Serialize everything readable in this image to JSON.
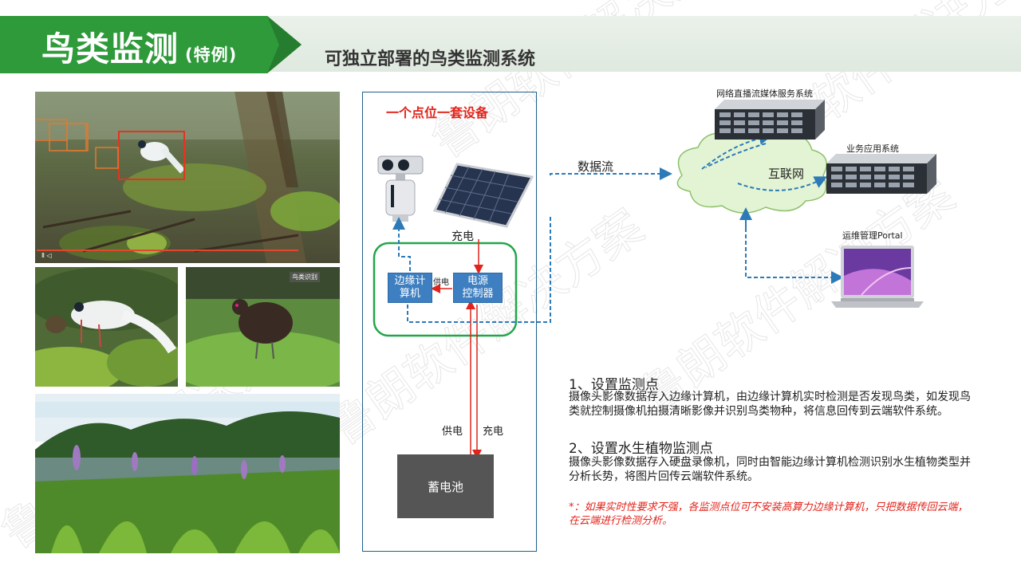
{
  "header": {
    "title": "鸟类监测",
    "title_suffix": "(特例)",
    "subtitle": "可独立部署的鸟类监测系统"
  },
  "watermark": {
    "texts": [
      "鲁朗软件解决方案"
    ]
  },
  "photos": {
    "top_overlay": "Ⅱ ◁",
    "bird_tag": "鸟类识别"
  },
  "device_panel": {
    "title": "一个点位一套设备",
    "charge_label": "充电",
    "edge_box": "边缘计\n算机",
    "supply_label": "供电",
    "power_box": "电源\n控制器",
    "line_supply": "供电",
    "line_charge": "充电",
    "battery": "蓄电池"
  },
  "network": {
    "data_stream": "数据流",
    "internet": "互联网",
    "media_server": "网络直播流媒体服务系统",
    "business_server": "业务应用系统",
    "portal": "运维管理Portal"
  },
  "description": {
    "p1_title": "1、设置监测点",
    "p1_body": "摄像头影像数据存入边缘计算机，由边缘计算机实时检测是否发现鸟类，如发现鸟类就控制摄像机拍摄清晰影像并识别鸟类物种，将信息回传到云端软件系统。",
    "p2_title": "2、设置水生植物监测点",
    "p2_body": "摄像头影像数据存入硬盘录像机，同时由智能边缘计算机检测识别水生植物类型并分析长势，将图片回传云端软件系统。",
    "note": "*：如果实时性要求不强，各监测点位可不安装高算力边缘计算机，只把数据传回云端，在云端进行检测分析。"
  },
  "colors": {
    "header_green": "#2e9a3a",
    "accent_red": "#e2231a",
    "flow_blue": "#2c7ab8",
    "edge_box": "#3d7fc1",
    "panel_border": "#1f5f8b",
    "loop_green": "#22a64a"
  }
}
